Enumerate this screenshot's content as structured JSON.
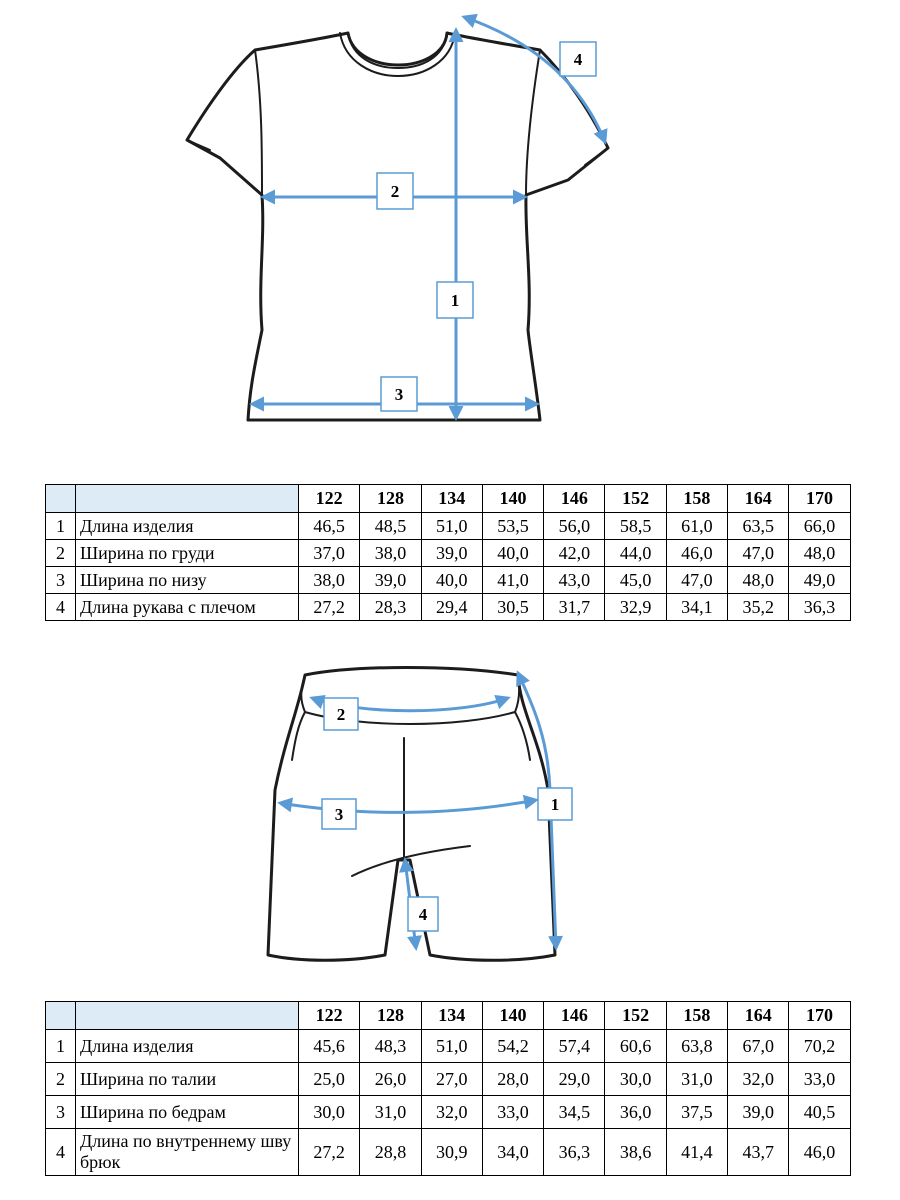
{
  "tshirt": {
    "markers": [
      "1",
      "2",
      "3",
      "4"
    ],
    "columns": [
      "122",
      "128",
      "134",
      "140",
      "146",
      "152",
      "158",
      "164",
      "170"
    ],
    "rows": [
      {
        "num": "1",
        "name": "Длина изделия",
        "values": [
          "46,5",
          "48,5",
          "51,0",
          "53,5",
          "56,0",
          "58,5",
          "61,0",
          "63,5",
          "66,0"
        ]
      },
      {
        "num": "2",
        "name": "Ширина по груди",
        "values": [
          "37,0",
          "38,0",
          "39,0",
          "40,0",
          "42,0",
          "44,0",
          "46,0",
          "47,0",
          "48,0"
        ]
      },
      {
        "num": "3",
        "name": "Ширина по низу",
        "values": [
          "38,0",
          "39,0",
          "40,0",
          "41,0",
          "43,0",
          "45,0",
          "47,0",
          "48,0",
          "49,0"
        ]
      },
      {
        "num": "4",
        "name": "Длина рукава с плечом",
        "values": [
          "27,2",
          "28,3",
          "29,4",
          "30,5",
          "31,7",
          "32,9",
          "34,1",
          "35,2",
          "36,3"
        ]
      }
    ]
  },
  "shorts": {
    "markers": [
      "1",
      "2",
      "3",
      "4"
    ],
    "columns": [
      "122",
      "128",
      "134",
      "140",
      "146",
      "152",
      "158",
      "164",
      "170"
    ],
    "rows": [
      {
        "num": "1",
        "name": "Длина изделия",
        "values": [
          "45,6",
          "48,3",
          "51,0",
          "54,2",
          "57,4",
          "60,6",
          "63,8",
          "67,0",
          "70,2"
        ]
      },
      {
        "num": "2",
        "name": "Ширина по талии",
        "values": [
          "25,0",
          "26,0",
          "27,0",
          "28,0",
          "29,0",
          "30,0",
          "31,0",
          "32,0",
          "33,0"
        ]
      },
      {
        "num": "3",
        "name": "Ширина по бедрам",
        "values": [
          "30,0",
          "31,0",
          "32,0",
          "33,0",
          "34,5",
          "36,0",
          "37,5",
          "39,0",
          "40,5"
        ]
      },
      {
        "num": "4",
        "name": "Длина по внутреннему шву брюк",
        "values": [
          "27,2",
          "28,8",
          "30,9",
          "34,0",
          "36,3",
          "38,6",
          "41,4",
          "43,7",
          "46,0"
        ]
      }
    ]
  },
  "colors": {
    "measurement": "#5b9bd5",
    "outline": "#1c1c1c",
    "header_blank": "#ddebf7"
  }
}
